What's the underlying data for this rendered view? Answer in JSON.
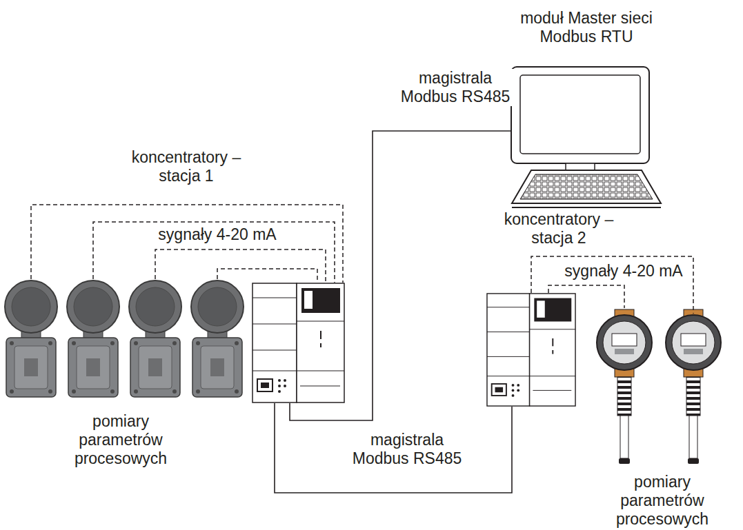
{
  "diagram": {
    "nodes": [
      {
        "text": [
          "moduł Master sieci Modbus RTU"
        ]
      },
      {
        "text": [
          "koncentratory – stacja 1"
        ]
      },
      {
        "text": [
          "koncentratory – stacja 2"
        ]
      }
    ],
    "edges": [
      {
        "from": 0,
        "to": 1,
        "arrow": "none",
        "label": "magistrala Modbus RS485"
      },
      {
        "from": 1,
        "to": 2,
        "arrow": "none",
        "label": "magistrala Modbus RS485"
      }
    ],
    "labels": [
      "sygnały 4-20 mA",
      "pomiary parametrów procesowych",
      "sygnały 4-20 mA",
      "pomiary parametrów procesowych"
    ]
  }
}
